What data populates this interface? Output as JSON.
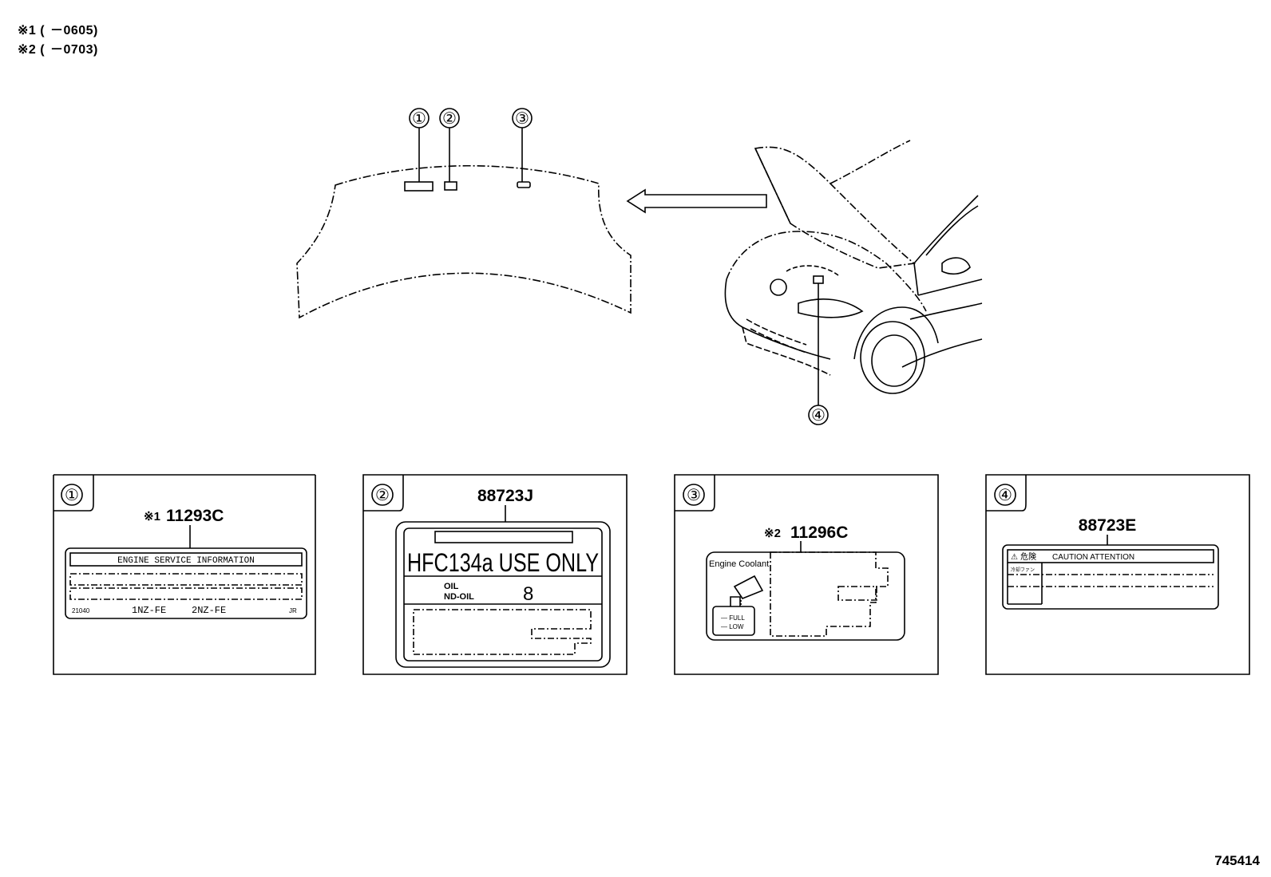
{
  "legend": [
    {
      "mark": "※1 (",
      "range": "－0605)"
    },
    {
      "mark": "※2 (",
      "range": "－0703)"
    }
  ],
  "diagram_id": "745414",
  "callouts": [
    "①",
    "②",
    "③",
    "④"
  ],
  "labels": [
    {
      "index": "①",
      "ref_mark": "※1",
      "part_number": "11293C",
      "header": "ENGINE SERVICE INFORMATION",
      "footer_code": "21040",
      "engine_1": "1NZ-FE",
      "engine_2": "2NZ-FE",
      "footer_tag": "JR"
    },
    {
      "index": "②",
      "part_number": "88723J",
      "refrigerant": "HFC134a USE ONLY",
      "oil_line1": "OIL",
      "oil_line2": "ND-OIL",
      "oil_number": "8"
    },
    {
      "index": "③",
      "ref_mark": "※2",
      "part_number": "11296C",
      "title": "Engine Coolant",
      "full": "— FULL",
      "low": "— LOW"
    },
    {
      "index": "④",
      "part_number": "88723E",
      "header_jp": "⚠ 危険",
      "header": "CAUTION  ATTENTION",
      "row_label": "冷却ファン"
    }
  ]
}
